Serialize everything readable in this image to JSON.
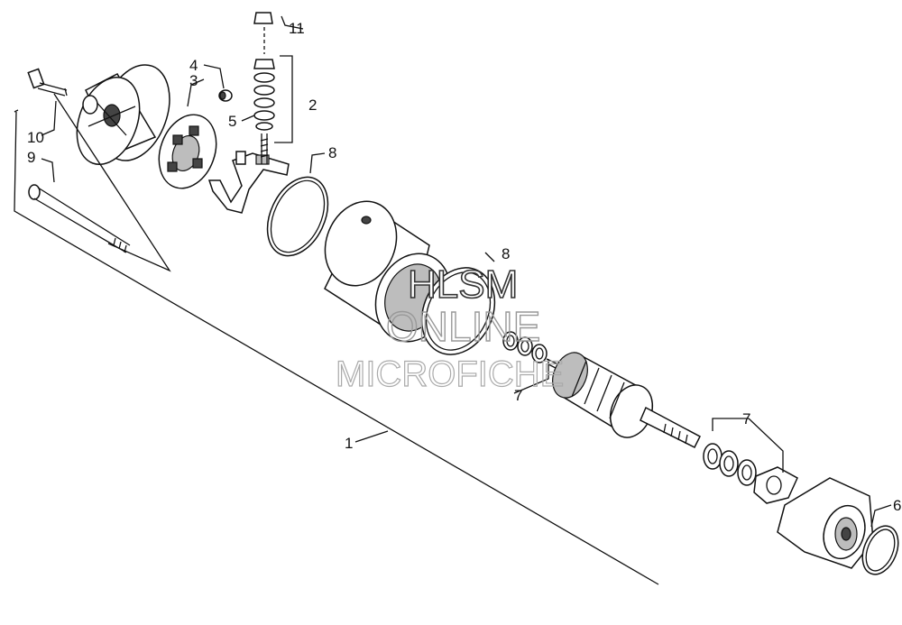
{
  "diagram": {
    "callouts": [
      {
        "id": "c1",
        "label": "1"
      },
      {
        "id": "c2",
        "label": "2"
      },
      {
        "id": "c3",
        "label": "3"
      },
      {
        "id": "c4",
        "label": "4"
      },
      {
        "id": "c5",
        "label": "5"
      },
      {
        "id": "c6",
        "label": "6"
      },
      {
        "id": "c7a",
        "label": "7"
      },
      {
        "id": "c7b",
        "label": "7"
      },
      {
        "id": "c8a",
        "label": "8"
      },
      {
        "id": "c8b",
        "label": "8"
      },
      {
        "id": "c9",
        "label": "9"
      },
      {
        "id": "c10",
        "label": "10"
      },
      {
        "id": "c11",
        "label": "11"
      }
    ]
  },
  "watermark": {
    "line1": "HLSM",
    "line2": "ONLINE",
    "line3": "MICROFICHE"
  }
}
